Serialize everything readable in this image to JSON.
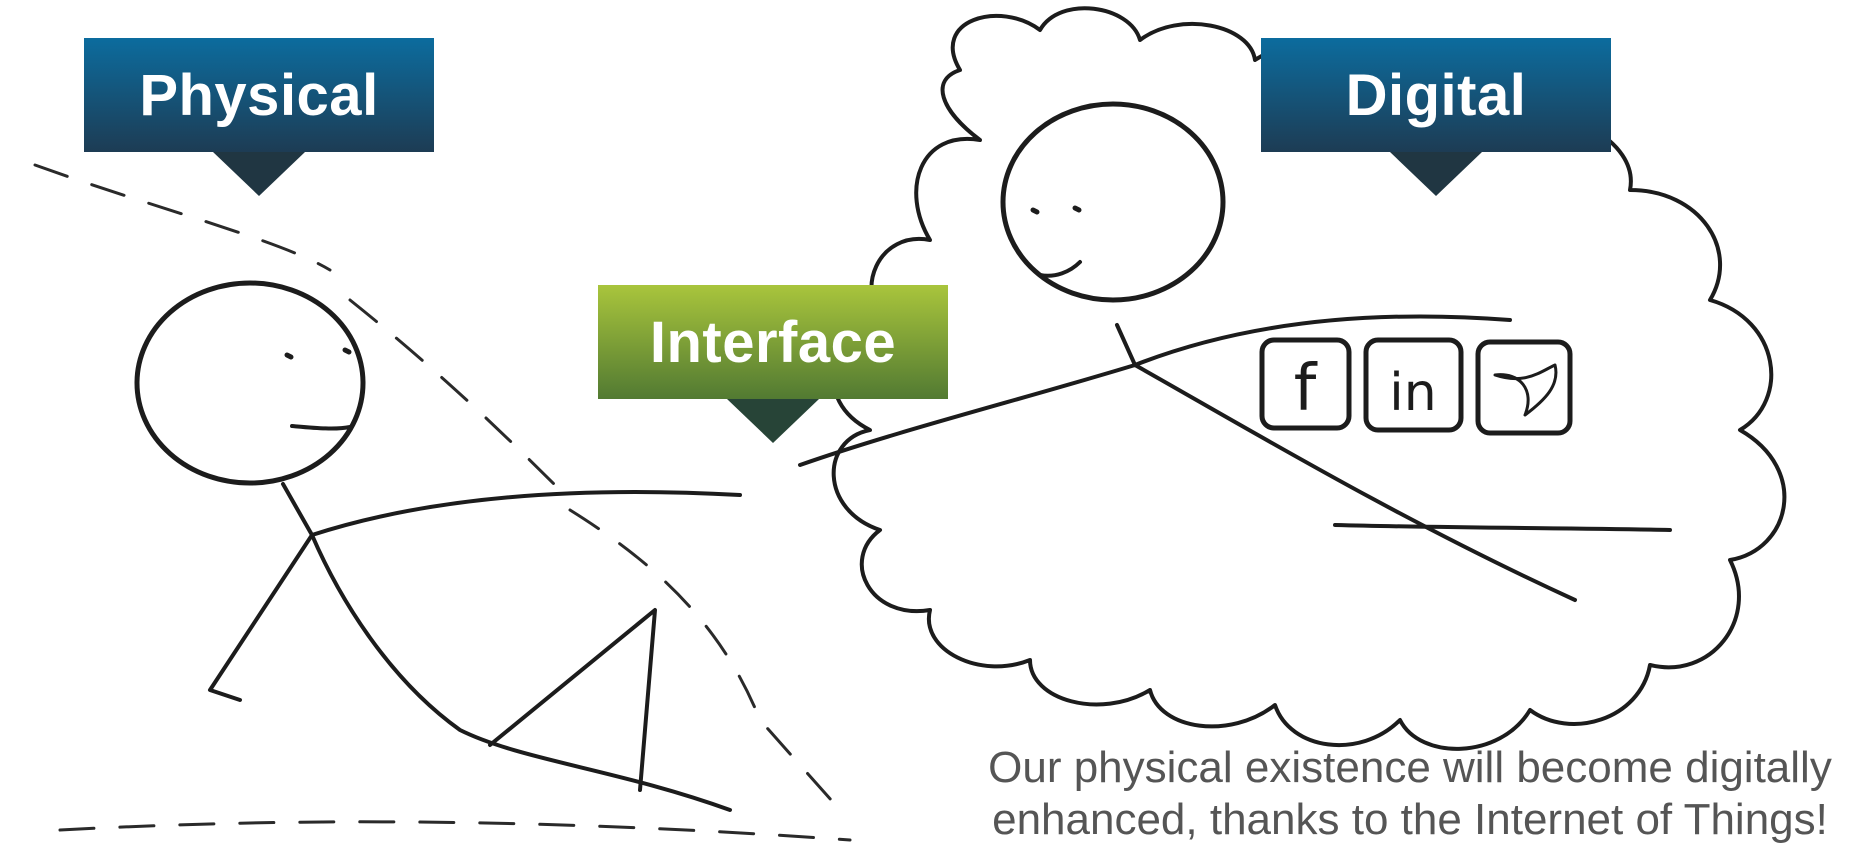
{
  "labels": {
    "physical": "Physical",
    "digital": "Digital",
    "interface": "Interface"
  },
  "social_icons": [
    "facebook-icon",
    "linkedin-icon",
    "twitter-icon"
  ],
  "social_glyphs": {
    "facebook": "f",
    "linkedin": "in"
  },
  "caption": {
    "line1": "Our physical existence will become digitally",
    "line2": "enhanced, thanks to the Internet of Things!"
  },
  "colors": {
    "blue_label_top": "#0c6c9e",
    "blue_label_bottom": "#1d3c54",
    "green_label_top": "#a9c53c",
    "green_label_bottom": "#527a32",
    "caption_text": "#555555",
    "sketch_ink": "#1c1c1c"
  }
}
